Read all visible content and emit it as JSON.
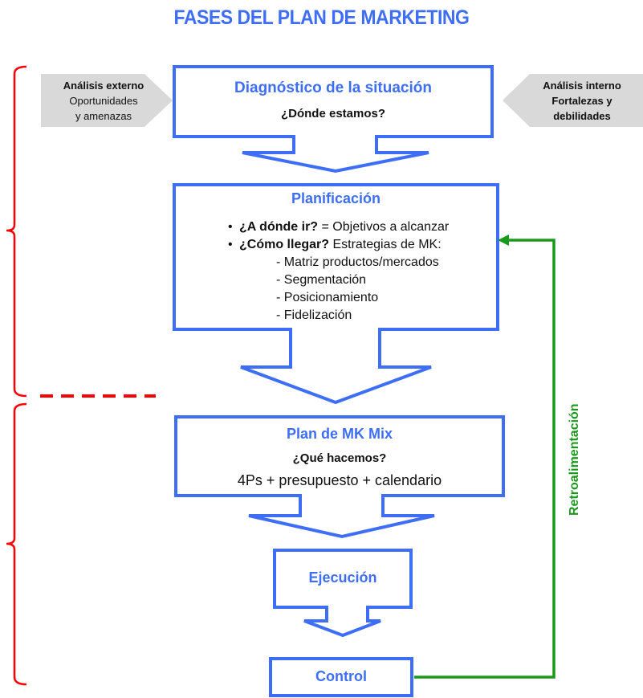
{
  "title": "FASES DEL PLAN DE MARKETING",
  "colors": {
    "title": "#3d6ef5",
    "box_stroke": "#3d6ef5",
    "side_fill": "#d9d9d9",
    "bracket": "#ff0000",
    "feedback": "#1a9a1a"
  },
  "external_analysis": {
    "heading": "Análisis externo",
    "line1": "Oportunidades",
    "line2": "y amenazas"
  },
  "internal_analysis": {
    "heading": "Análisis interno",
    "line1": "Fortalezas y",
    "line2": "debilidades"
  },
  "steps": {
    "diagnosis": {
      "title": "Diagnóstico de la situación",
      "question": "¿Dónde estamos?"
    },
    "planning": {
      "title": "Planificación",
      "bullets": [
        {
          "bold": "¿A dónde ir?",
          "text": " = Objetivos a alcanzar"
        },
        {
          "bold": "¿Cómo llegar?",
          "text": " Estrategias de MK:"
        }
      ],
      "strategies": [
        "- Matriz productos/mercados",
        "- Segmentación",
        "- Posicionamiento",
        "- Fidelización"
      ]
    },
    "mix": {
      "title": "Plan de MK Mix",
      "question": "¿Qué hacemos?",
      "detail": "4Ps + presupuesto + calendario"
    },
    "execution": {
      "title": "Ejecución"
    },
    "control": {
      "title": "Control"
    }
  },
  "feedback_label": "Retroalimentación"
}
